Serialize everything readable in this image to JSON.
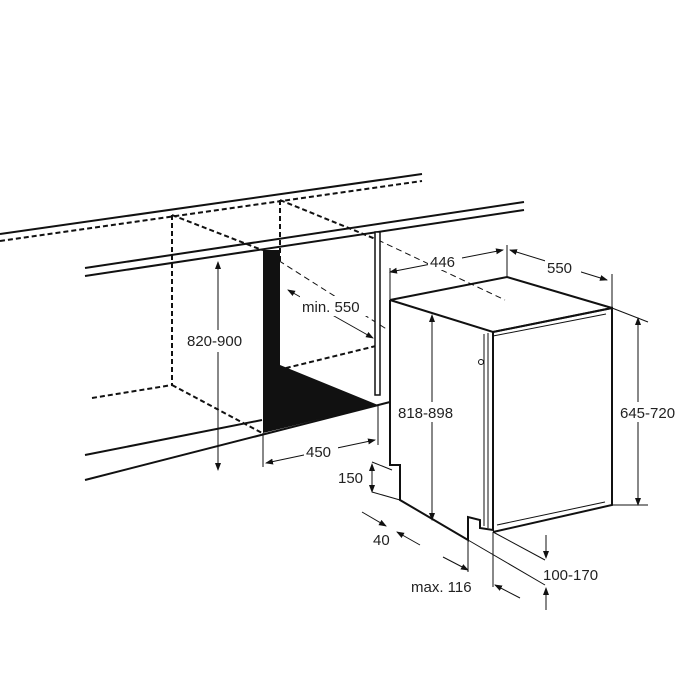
{
  "dimensions": {
    "niche_height": "820-900",
    "niche_depth": "min. 550",
    "niche_width": "450",
    "appliance_width": "446",
    "appliance_depth": "550",
    "appliance_height": "818-898",
    "door_height": "645-720",
    "plinth_height": "150",
    "plinth_depth": "40",
    "plinth_max": "max. 116",
    "plinth_adjust": "100-170"
  },
  "colors": {
    "line": "#111111",
    "background": "#ffffff"
  }
}
